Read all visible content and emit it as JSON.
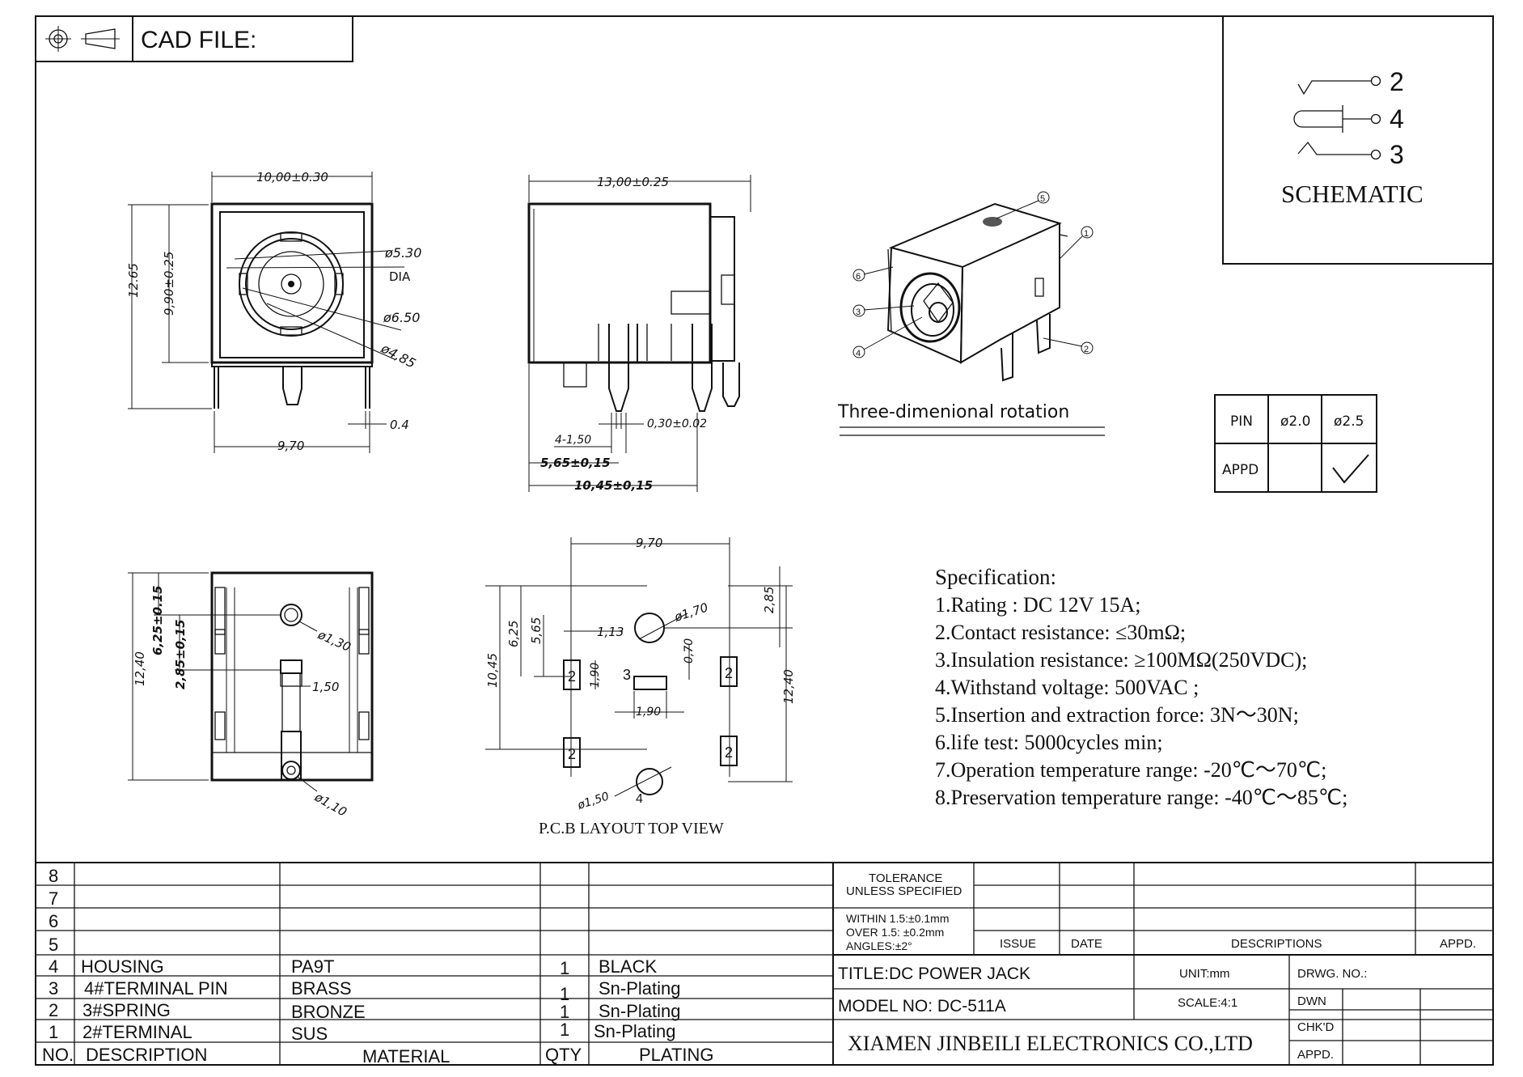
{
  "header": {
    "cad_label": "CAD FILE:",
    "projection_icon": "first-angle-projection-icon"
  },
  "schematic": {
    "pins": [
      "2",
      "4",
      "3"
    ],
    "label": "SCHEMATIC"
  },
  "views": {
    "front": {
      "dims": [
        "10,00±0.30",
        "12.65",
        "9,90±0.25",
        "ø5.30",
        "DIA",
        "ø6.50",
        "ø4,85",
        "0.4",
        "9,70"
      ]
    },
    "side": {
      "dims": [
        "13,00±0.25",
        "4-1,50",
        "0,30±0.02",
        "5,65±0,15",
        "10,45±0,15"
      ]
    },
    "iso": {
      "balloons": [
        "5",
        "1",
        "6",
        "3",
        "4",
        "2"
      ],
      "caption": "Three-dimenional rotation"
    },
    "bottom": {
      "dims": [
        "12,40",
        "6,25±0.15",
        "2,85±0,15",
        "ø1,30",
        "1,50",
        "ø1,10"
      ]
    },
    "pcb": {
      "dims": [
        "9,70",
        "2,85",
        "10,45",
        "6,25",
        "5,65",
        "1,13",
        "ø1,70",
        "1,90",
        "0,70",
        "1,90",
        "12,40",
        "ø1,50"
      ],
      "pad_labels": [
        "2",
        "2",
        "2",
        "2",
        "3",
        "4"
      ],
      "caption": "P.C.B LAYOUT TOP VIEW"
    }
  },
  "pin_table": {
    "headers": [
      "PIN",
      "ø2.0",
      "ø2.5"
    ],
    "row_label": "APPD"
  },
  "specification": {
    "title": "Specification:",
    "items": [
      "1.Rating : DC 12V 15A;",
      "2.Contact resistance: ≤30mΩ;",
      "3.Insulation resistance: ≥100MΩ(250VDC);",
      "4.Withstand voltage: 500VAC ;",
      "5.Insertion and extraction force: 3N～30N;",
      "6.life test: 5000cycles min;",
      "7.Operation temperature range: -20℃～70℃;",
      "8.Preservation temperature range: -40℃～85℃;"
    ]
  },
  "bom": {
    "header": {
      "no": "NO.",
      "description": "DESCRIPTION",
      "material": "MATERIAL",
      "qty": "QTY",
      "plating": "PLATING"
    },
    "rows": [
      {
        "no": "8",
        "description": "",
        "material": "",
        "qty": "",
        "plating": ""
      },
      {
        "no": "7",
        "description": "",
        "material": "",
        "qty": "",
        "plating": ""
      },
      {
        "no": "6",
        "description": "",
        "material": "",
        "qty": "",
        "plating": ""
      },
      {
        "no": "5",
        "description": "",
        "material": "",
        "qty": "",
        "plating": ""
      },
      {
        "no": "4",
        "description": "HOUSING",
        "material": "PA9T",
        "qty": "1",
        "plating": "BLACK"
      },
      {
        "no": "3",
        "description": "4#TERMINAL PIN",
        "material": "BRASS",
        "qty": "1",
        "plating": "Sn-Plating"
      },
      {
        "no": "2",
        "description": "3#SPRING",
        "material": "BRONZE",
        "qty": "1",
        "plating": "Sn-Plating"
      },
      {
        "no": "1",
        "description": "2#TERMINAL",
        "material": "SUS",
        "qty": "1",
        "plating": "Sn-Plating"
      }
    ]
  },
  "title_block": {
    "tolerance_1": "TOLERANCE",
    "tolerance_2": "UNLESS SPECIFIED",
    "tol_within": "WITHIN 1.5:±0.1mm",
    "tol_over": "OVER 1.5: ±0.2mm",
    "tol_angles": "ANGLES:±2°",
    "issue": "ISSUE",
    "date": "DATE",
    "descriptions": "DESCRIPTIONS",
    "appd": "APPD.",
    "title": "TITLE:DC POWER JACK",
    "unit": "UNIT:mm",
    "drwg_no": "DRWG. NO.:",
    "model": "MODEL NO: DC-511A",
    "scale": "SCALE:4:1",
    "dwn": "DWN",
    "chkd": "CHK'D",
    "appd2": "APPD.",
    "company": "XIAMEN JINBEILI ELECTRONICS CO.,LTD"
  }
}
